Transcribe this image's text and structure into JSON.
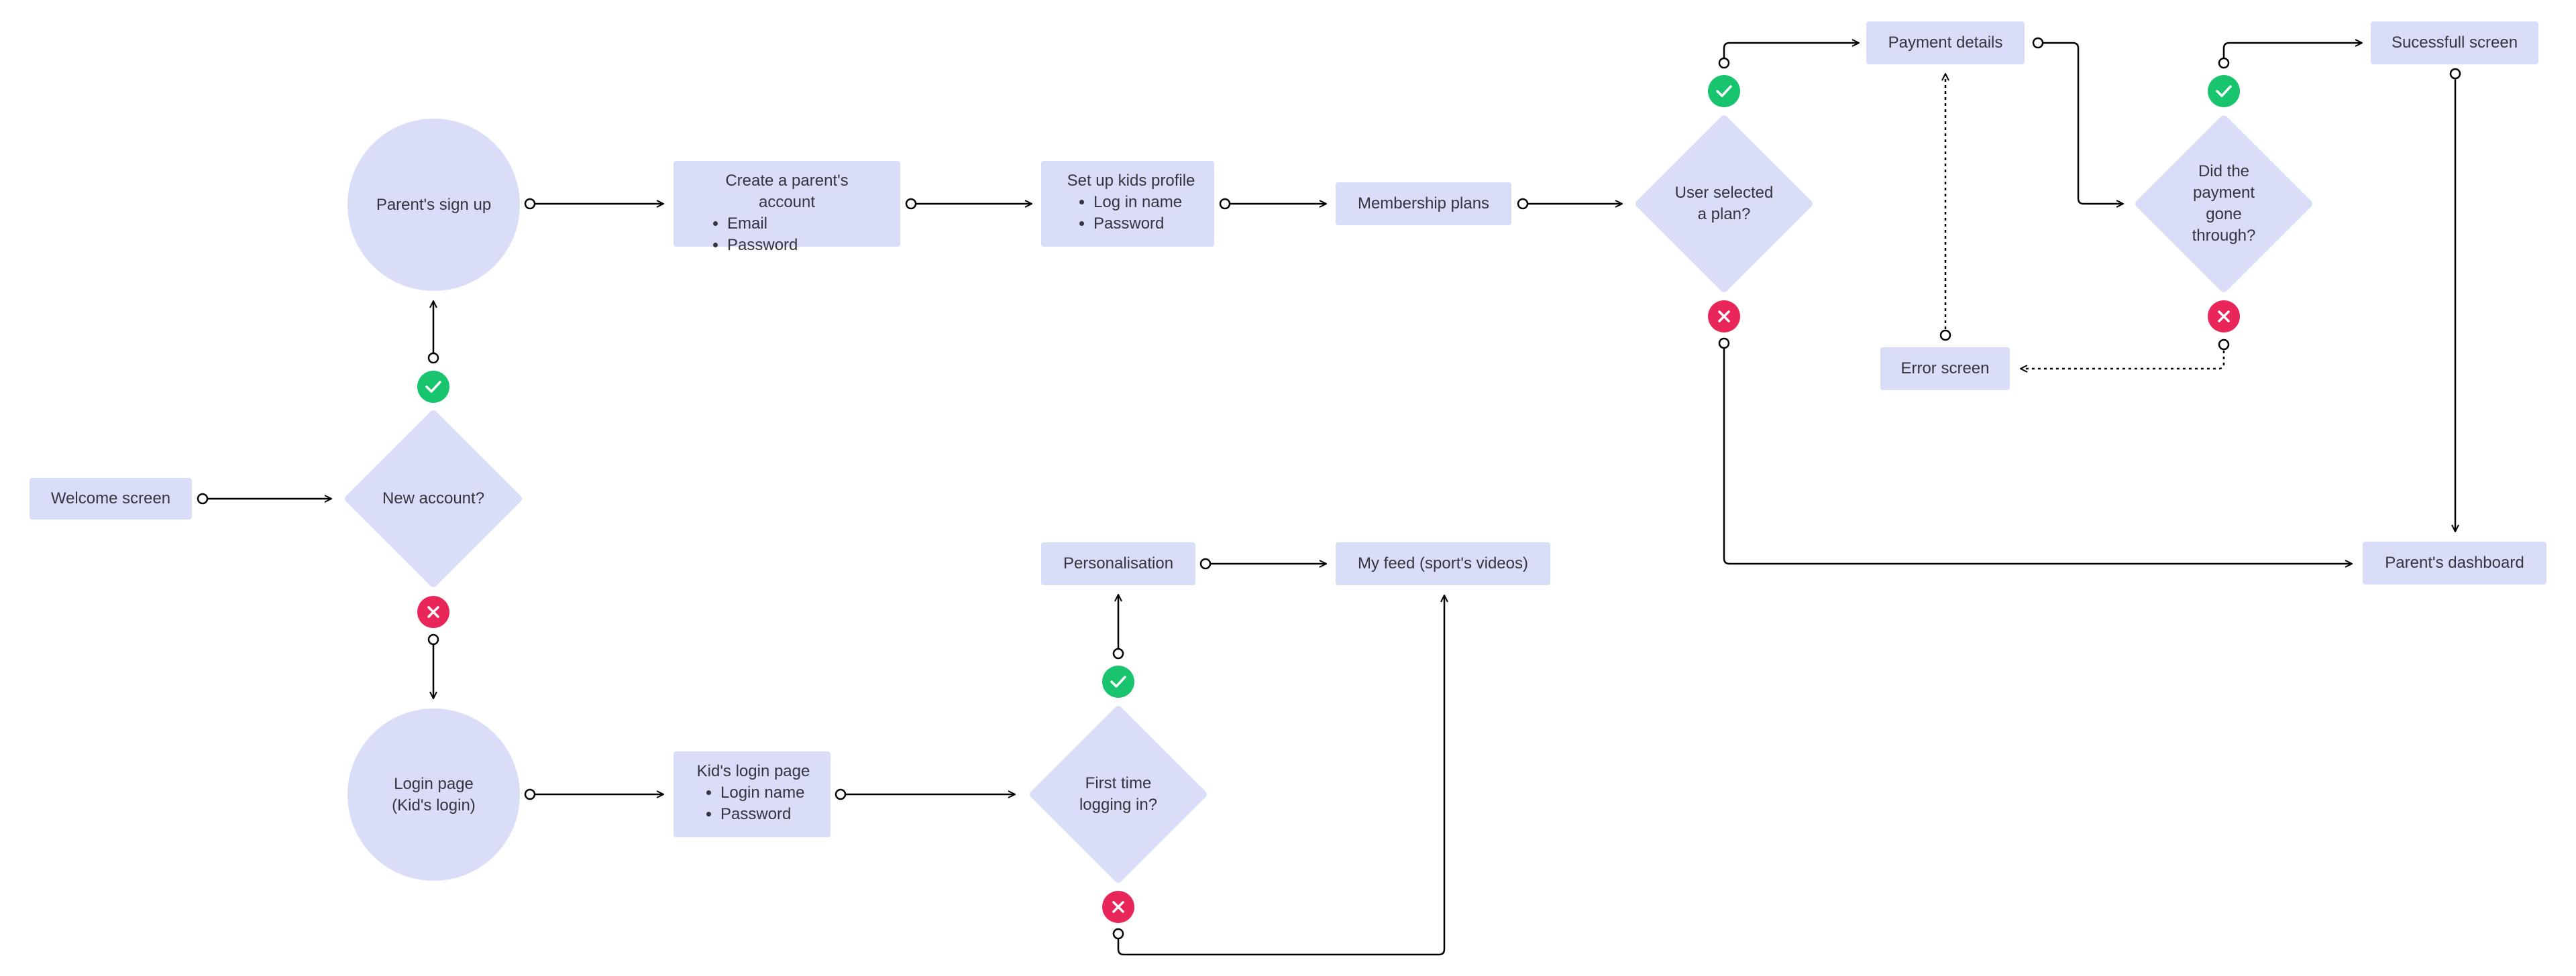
{
  "colors": {
    "node_fill": "#d9ddf7",
    "text": "#33363f",
    "yes_badge": "#18c56e",
    "no_badge": "#e8265a",
    "connector": "#000000"
  },
  "icons": {
    "yes": "check-icon",
    "no": "cross-icon"
  },
  "nodes": {
    "welcome": "Welcome screen",
    "new_account": "New account?",
    "parents_signup": "Parent's sign up",
    "login_page": [
      "Login page",
      "(Kid's login)"
    ],
    "create_account": {
      "title": "Create a parent's account",
      "items": [
        "Email",
        "Password"
      ]
    },
    "kids_profile": {
      "title": "Set up kids profile",
      "items": [
        "Log in name",
        "Password"
      ]
    },
    "membership": "Membership plans",
    "plan_selected": "User selected a plan?",
    "payment_details": "Payment details",
    "payment_through": "Did the payment gone through?",
    "success": "Sucessfull screen",
    "error": "Error screen",
    "dashboard": "Parent's dashboard",
    "kids_login": {
      "title": "Kid's login page",
      "items": [
        "Login name",
        "Password"
      ]
    },
    "first_time": "First time logging in?",
    "personalisation": "Personalisation",
    "my_feed": "My feed (sport's videos)"
  }
}
